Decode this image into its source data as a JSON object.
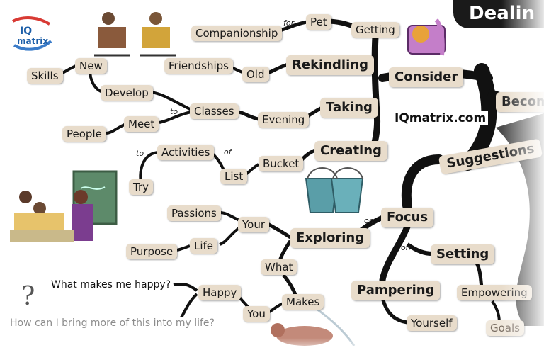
{
  "title": "Dealin",
  "logo": {
    "line1": "IQ",
    "line2": "matrix"
  },
  "website": "IQmatrix.com",
  "nodes": {
    "getting": "Getting",
    "pet": "Pet",
    "companionship": "Companionship",
    "consider": "Consider",
    "become": "Becom",
    "rekindling": "Rekindling",
    "old": "Old",
    "friendships": "Friendships",
    "new": "New",
    "skills": "Skills",
    "develop": "Develop",
    "classes": "Classes",
    "meet": "Meet",
    "people": "People",
    "evening": "Evening",
    "taking": "Taking",
    "creating": "Creating",
    "bucket": "Bucket",
    "list": "List",
    "activities": "Activities",
    "try": "Try",
    "suggestions": "Suggestions",
    "focus": "Focus",
    "exploring": "Exploring",
    "your": "Your",
    "passions": "Passions",
    "life": "Life",
    "purpose": "Purpose",
    "what": "What",
    "makes": "Makes",
    "happy": "Happy",
    "you": "You",
    "setting": "Setting",
    "pampering": "Pampering",
    "empowering": "Empowering",
    "yourself": "Yourself",
    "goals": "Goals"
  },
  "connectors": {
    "for": "for",
    "to": "to",
    "to2": "to",
    "of": "of",
    "on": "on",
    "on2": "on"
  },
  "questions": {
    "q1": "What makes me happy?",
    "q2": "How can I bring more of this into my life?"
  },
  "colors": {
    "branch": "#111111",
    "node_bg": "#e8dccb",
    "accent": "#c47ec9"
  }
}
